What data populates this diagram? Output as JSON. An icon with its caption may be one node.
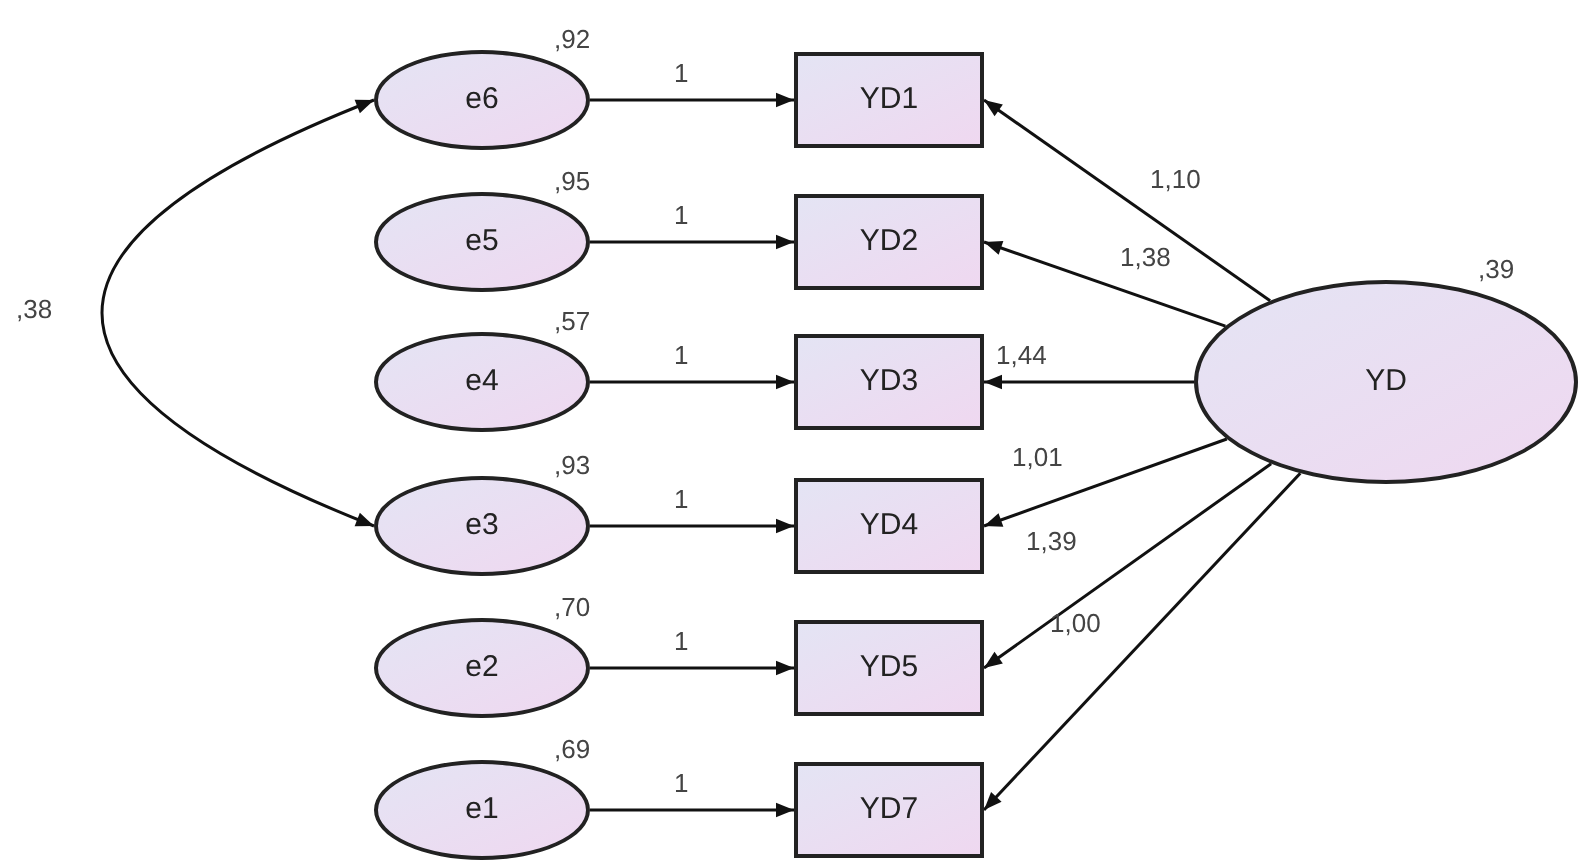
{
  "diagram": {
    "nodes": [
      {
        "text": [
          "e6"
        ],
        "beside": [
          ",92"
        ]
      },
      {
        "text": [
          "e5"
        ],
        "beside": [
          ",95"
        ]
      },
      {
        "text": [
          "e4"
        ],
        "beside": [
          ",57"
        ]
      },
      {
        "text": [
          "e3"
        ],
        "beside": [
          ",93"
        ]
      },
      {
        "text": [
          "e2"
        ],
        "beside": [
          ",70"
        ]
      },
      {
        "text": [
          "e1"
        ],
        "beside": [
          ",69"
        ]
      },
      {
        "text": [
          "YD1"
        ]
      },
      {
        "text": [
          "YD2"
        ]
      },
      {
        "text": [
          "YD3"
        ]
      },
      {
        "text": [
          "YD4"
        ]
      },
      {
        "text": [
          "YD5"
        ]
      },
      {
        "text": [
          "YD7"
        ]
      },
      {
        "text": [
          "YD"
        ],
        "beside": [
          ",39"
        ]
      }
    ],
    "edges": [
      {
        "from": 0,
        "to": 6,
        "arrow": "to",
        "label": "1"
      },
      {
        "from": 1,
        "to": 7,
        "arrow": "to",
        "label": "1"
      },
      {
        "from": 2,
        "to": 8,
        "arrow": "to",
        "label": "1"
      },
      {
        "from": 3,
        "to": 9,
        "arrow": "to",
        "label": "1"
      },
      {
        "from": 4,
        "to": 10,
        "arrow": "to",
        "label": "1"
      },
      {
        "from": 5,
        "to": 11,
        "arrow": "to",
        "label": "1"
      },
      {
        "from": 12,
        "to": 6,
        "arrow": "to",
        "label": "1,10"
      },
      {
        "from": 12,
        "to": 7,
        "arrow": "to",
        "label": "1,38"
      },
      {
        "from": 12,
        "to": 8,
        "arrow": "to",
        "label": "1,44"
      },
      {
        "from": 12,
        "to": 9,
        "arrow": "to",
        "label": "1,01"
      },
      {
        "from": 12,
        "to": 10,
        "arrow": "to",
        "label": "1,39"
      },
      {
        "from": 12,
        "to": 11,
        "arrow": "to",
        "label": "1,00"
      },
      {
        "from": 0,
        "to": 3,
        "arrow": "both",
        "label": ",38"
      }
    ]
  }
}
